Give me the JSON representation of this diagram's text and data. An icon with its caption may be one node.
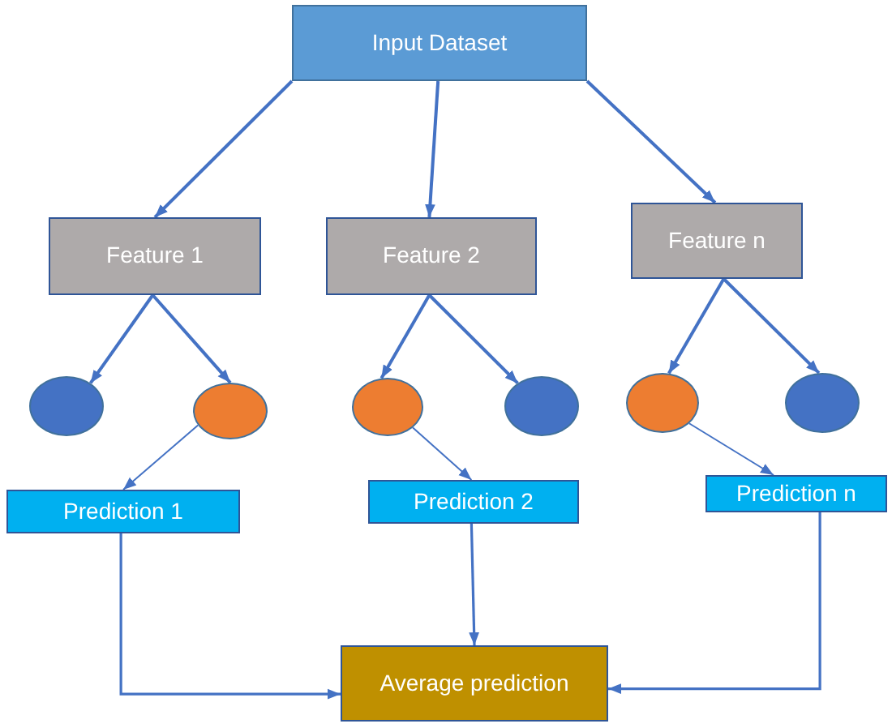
{
  "diagram": {
    "nodes": [
      {
        "text": [
          "Input Dataset"
        ]
      },
      {
        "text": [
          "Feature 1"
        ]
      },
      {
        "text": [
          "Feature 2"
        ]
      },
      {
        "text": [
          "Feature n"
        ]
      },
      {
        "text": [],
        "shape": "circle"
      },
      {
        "text": [],
        "shape": "circle"
      },
      {
        "text": [],
        "shape": "circle"
      },
      {
        "text": [],
        "shape": "circle"
      },
      {
        "text": [],
        "shape": "circle"
      },
      {
        "text": [],
        "shape": "circle"
      },
      {
        "text": [
          "Prediction 1"
        ]
      },
      {
        "text": [
          "Prediction 2"
        ]
      },
      {
        "text": [
          "Prediction n"
        ]
      },
      {
        "text": [
          "Average prediction"
        ]
      }
    ],
    "edges": [
      {
        "from": 0,
        "to": 1,
        "arrow": "to"
      },
      {
        "from": 0,
        "to": 2,
        "arrow": "to"
      },
      {
        "from": 0,
        "to": 3,
        "arrow": "to"
      },
      {
        "from": 1,
        "to": 4,
        "arrow": "to"
      },
      {
        "from": 1,
        "to": 5,
        "arrow": "to"
      },
      {
        "from": 2,
        "to": 6,
        "arrow": "to"
      },
      {
        "from": 2,
        "to": 7,
        "arrow": "to"
      },
      {
        "from": 3,
        "to": 8,
        "arrow": "to"
      },
      {
        "from": 3,
        "to": 9,
        "arrow": "to"
      },
      {
        "from": 5,
        "to": 10,
        "arrow": "to"
      },
      {
        "from": 6,
        "to": 11,
        "arrow": "to"
      },
      {
        "from": 8,
        "to": 12,
        "arrow": "to"
      },
      {
        "from": 10,
        "to": 13,
        "arrow": "to"
      },
      {
        "from": 11,
        "to": 13,
        "arrow": "to"
      },
      {
        "from": 12,
        "to": 13,
        "arrow": "to"
      }
    ]
  }
}
